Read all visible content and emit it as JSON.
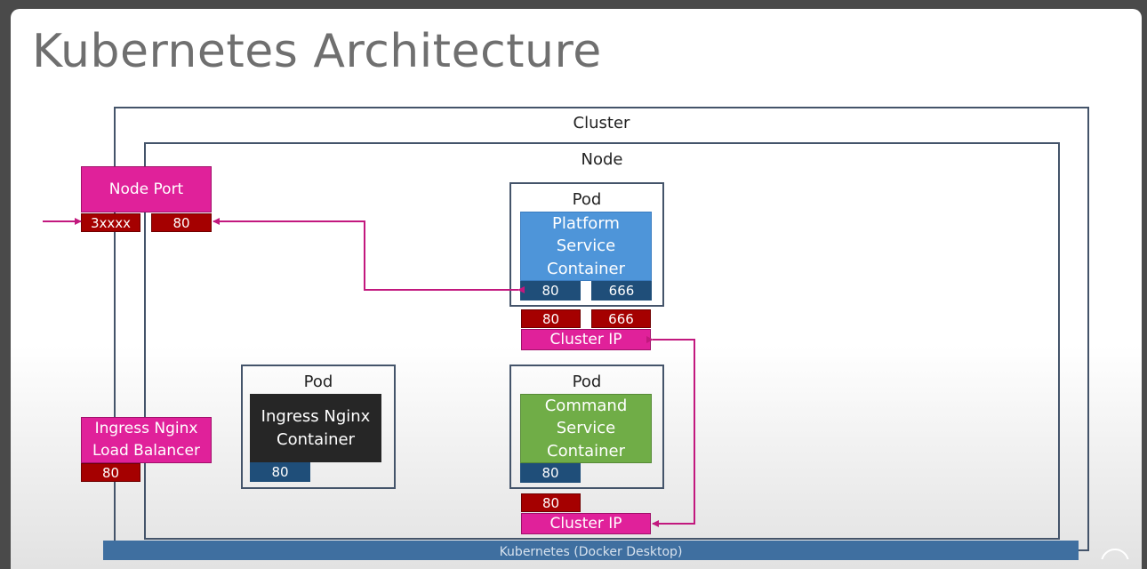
{
  "title": "Kubernetes Architecture",
  "cluster": {
    "label": "Cluster"
  },
  "node": {
    "label": "Node"
  },
  "node_port": {
    "label": "Node Port",
    "external_port": "3xxxx",
    "port": "80"
  },
  "ingress_lb": {
    "label_line1": "Ingress Nginx",
    "label_line2": "Load Balancer",
    "port": "80"
  },
  "platform_pod": {
    "label": "Pod",
    "container": [
      "Platform",
      "Service",
      "Container"
    ],
    "ports": [
      "80",
      "666"
    ]
  },
  "platform_cluster_ip": {
    "label": "Cluster IP",
    "ports": [
      "80",
      "666"
    ]
  },
  "ingress_pod": {
    "label": "Pod",
    "container": [
      "Ingress Nginx",
      "Container"
    ],
    "port": "80"
  },
  "command_pod": {
    "label": "Pod",
    "container": [
      "Command",
      "Service",
      "Container"
    ],
    "port": "80"
  },
  "command_cluster_ip": {
    "label": "Cluster IP",
    "port": "80"
  },
  "footer": {
    "label": "Kubernetes (Docker Desktop)"
  },
  "colors": {
    "port_red": "#a50000",
    "port_blue": "#1f4e79",
    "magenta": "#e0219a",
    "platform_blue": "#4e95d9",
    "command_green": "#70ad47",
    "ingress_dark": "#262626",
    "frame": "#44546a"
  }
}
